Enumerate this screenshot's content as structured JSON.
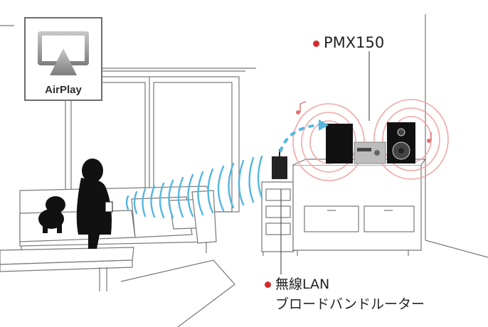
{
  "airplay": {
    "label": "AirPlay",
    "icon": "airplay-icon"
  },
  "product": {
    "label": "PMX150"
  },
  "router": {
    "label_line1": "無線LAN",
    "label_line2": "ブロードバンドルーター"
  },
  "colors": {
    "accent": "#d42b2b",
    "wifi": "#55b6df",
    "sound_ring": "#f1a7a7",
    "line": "#555555"
  }
}
